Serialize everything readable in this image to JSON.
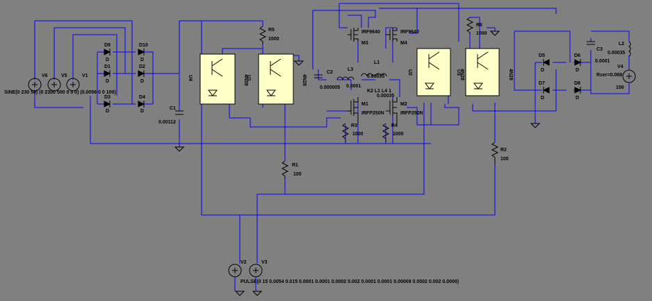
{
  "schematic": {
    "sources": {
      "v6": {
        "name": "V6"
      },
      "v5": {
        "name": "V5"
      },
      "v1": {
        "name": "V1"
      },
      "sine_label": "SINE(0 230 50) (0 2300 500 0 0 0) (0.0056 0 0 100)",
      "v2": {
        "name": "V2"
      },
      "v3": {
        "name": "V3"
      },
      "pulse_label": "PULSE(0 15 0.0054 0.015 0.0001 0.0001 0.0002 0.002 0.0001 0.0001 0.00008 0.0002 0.002 0.0000)",
      "v4": {
        "name": "V4",
        "rser": "Rser=0.068",
        "value": "156"
      }
    },
    "diodes": [
      {
        "name": "D9",
        "model": "D"
      },
      {
        "name": "D10",
        "model": "D"
      },
      {
        "name": "D1",
        "model": "D"
      },
      {
        "name": "D2",
        "model": "D"
      },
      {
        "name": "D3",
        "model": "D"
      },
      {
        "name": "D4",
        "model": "D"
      },
      {
        "name": "D5",
        "model": "D"
      },
      {
        "name": "D6",
        "model": "D"
      },
      {
        "name": "D7",
        "model": "D"
      },
      {
        "name": "D8",
        "model": "D"
      }
    ],
    "caps": {
      "c1": {
        "name": "C1",
        "value": "0.00112"
      },
      "c2": {
        "name": "C2",
        "value": "0.000005"
      },
      "c3": {
        "name": "C3",
        "value": "0.0001"
      }
    },
    "resistors": {
      "r5": {
        "name": "R5",
        "value": "1000"
      },
      "r6": {
        "name": "R6",
        "value": "1000"
      },
      "r3": {
        "name": "R3",
        "value": "1000"
      },
      "r4": {
        "name": "R4",
        "value": "1000"
      },
      "r1": {
        "name": "R1",
        "value": "100"
      },
      "r2": {
        "name": "R2",
        "value": "100"
      }
    },
    "inductors": {
      "l3": {
        "name": "L3",
        "value": "0.0001"
      },
      "l1": {
        "name": "L1",
        "value": "0.00035"
      },
      "l4": {
        "name": "L4",
        "value": "0.00035"
      },
      "l2": {
        "name": "L2",
        "value": "0.00035"
      },
      "k": "K2 L1 L4 1"
    },
    "mosfets": {
      "m3": {
        "name": "M3",
        "model": "IRF9640"
      },
      "m4": {
        "name": "M4",
        "model": "IRF9640"
      },
      "m1": {
        "name": "M1",
        "model": "IRFP250N"
      },
      "m2": {
        "name": "M2",
        "model": "IRFP250N"
      }
    },
    "optos": {
      "u4": {
        "name": "U4",
        "model": "4N28"
      },
      "u1": {
        "name": "U1",
        "model": "4N28"
      },
      "u2": {
        "name": "U2",
        "model": "4N28"
      },
      "u3": {
        "name": "U3",
        "model": "4N28"
      }
    },
    "colors": {
      "background": "#808080",
      "wire": "#0000ff",
      "component": "#000000",
      "opto_fill": "#ffffc8"
    }
  }
}
